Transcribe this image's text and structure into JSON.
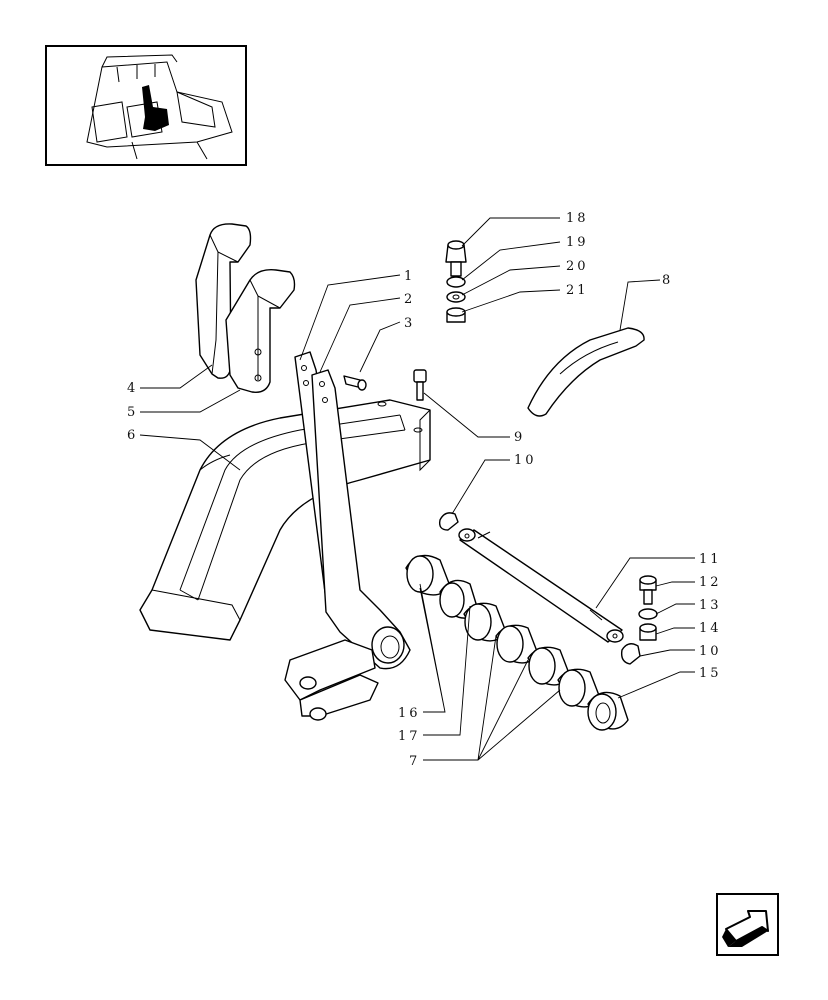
{
  "thumbnail": {
    "icon": "tractor-cab-location-icon"
  },
  "nav": {
    "icon": "previous-page-arrow-icon"
  },
  "callouts": [
    "1",
    "2",
    "3",
    "4",
    "5",
    "6",
    "7",
    "8",
    "9",
    "10",
    "10",
    "11",
    "12",
    "13",
    "14",
    "15",
    "16",
    "17",
    "18",
    "19",
    "20",
    "21"
  ]
}
